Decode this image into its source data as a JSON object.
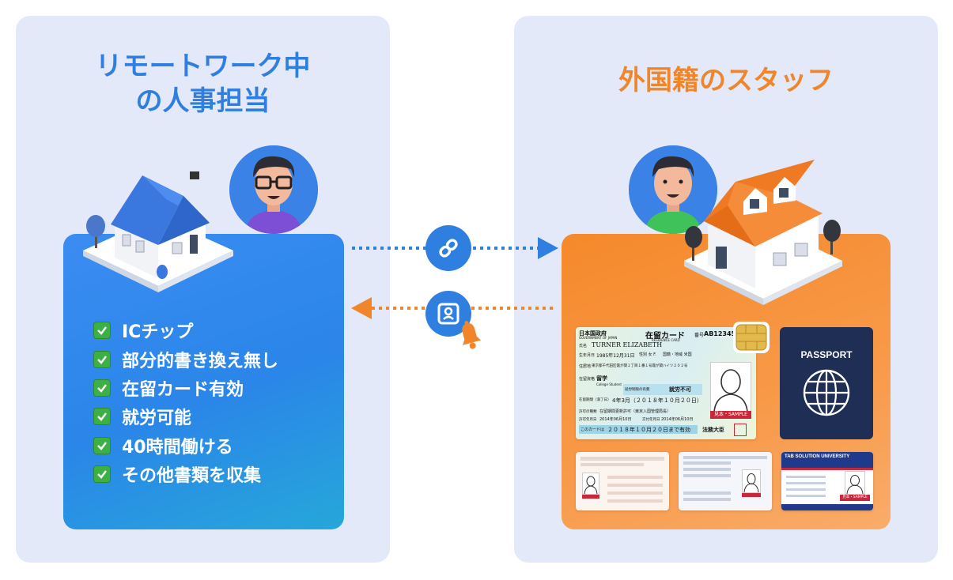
{
  "left_panel": {
    "title": "リモートワーク中の人事担当",
    "title_line1": "リモートワーク中",
    "title_line2": "の人事担当",
    "checklist": [
      "ICチップ",
      "部分的書き換え無し",
      "在留カード有効",
      "就労可能",
      "40時間働ける",
      "その他書類を収集"
    ]
  },
  "right_panel": {
    "title": "外国籍のスタッフ"
  },
  "residence_card": {
    "country_jp": "日本国政府",
    "country_en": "GOVERNMENT OF JAPAN",
    "card_name": "在留カード",
    "card_name_en": "RESIDENCE CARD",
    "number_label": "番号",
    "number": "AB12345",
    "name_label": "氏名",
    "name": "TURNER  ELIZABETH",
    "birth_label": "生年月日",
    "birth": "1985年12月31日",
    "sex": "性別 女 F.",
    "nationality": "国籍・地域 米国",
    "address_label": "住居地",
    "address": "東京都千代田区霞が関１丁目１番１号霞が関ハイツ２０２号",
    "status_label": "在留資格",
    "status": "留学",
    "status_en": "College Student",
    "work_label": "就労制限の有無",
    "work": "就労不可",
    "period_label": "在留期間（満了日）",
    "period": "4年3月（２０１８年１０月２０日）",
    "permit_label": "許可の種類",
    "permit": "在留期間更新許可（東京入国管理局長）",
    "issue_label": "許可年月日",
    "issue": "2014年06月10日",
    "delivery_label": "交付年月日",
    "delivery": "2014年06月10日",
    "valid_label": "このカードは",
    "valid": "２０１８年１０月２０日まで有効",
    "sample": "見本・SAMPLE",
    "minister": "法務大臣"
  },
  "passport": {
    "label": "PASSPORT"
  },
  "university_card": {
    "name": "TAB SOLUTION UNIVERSITY",
    "sample": "見本・SAMPLE"
  },
  "colors": {
    "blue_accent": "#2f7fe0",
    "orange_accent": "#f0852a",
    "panel_bg": "#e3e9f8",
    "check_green": "#3cb043"
  }
}
